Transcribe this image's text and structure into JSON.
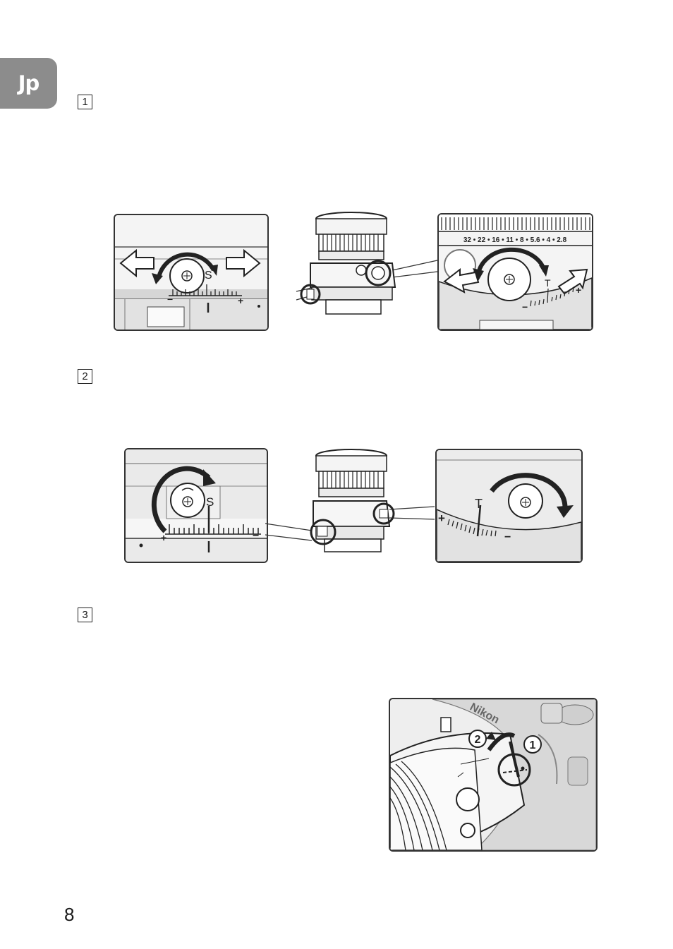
{
  "header": {
    "language_tab": "Jp"
  },
  "steps": [
    {
      "number": "1"
    },
    {
      "number": "2"
    },
    {
      "number": "3"
    }
  ],
  "figure1": {
    "left_scale": {
      "mark": "S",
      "minus": "−",
      "plus": "+"
    },
    "right_aperture_scale": [
      "32",
      "•",
      "22",
      "•",
      "16",
      "•",
      "11",
      "•",
      "8",
      "•",
      "5.6",
      "•",
      "4",
      "•",
      "2.8"
    ],
    "right_scale": {
      "mark": "T",
      "minus": "−",
      "plus": "+"
    }
  },
  "figure2": {
    "left_scale": {
      "mark": "S",
      "plus": "+",
      "minus": "−"
    },
    "right_scale": {
      "mark": "T",
      "plus": "+",
      "minus": "−"
    }
  },
  "figure3": {
    "brand": "Nikon",
    "callout_1": "1",
    "callout_2": "2"
  },
  "footer": {
    "page_number": "8"
  }
}
